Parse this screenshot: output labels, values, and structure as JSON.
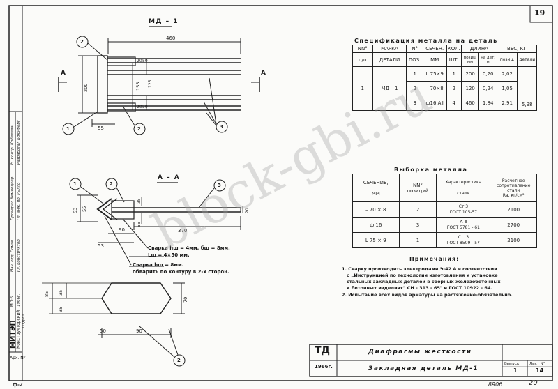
{
  "page_number": "19",
  "md1_title": "МД – 1",
  "dims_top": {
    "w460": "460",
    "h200": "200",
    "d55": "55",
    "d20": "20",
    "d155": "155",
    "d50": "50",
    "d125": "125",
    "d50b": "50",
    "d20b": "20"
  },
  "markers": {
    "A": "A",
    "A2": "A"
  },
  "callouts": {
    "c1": "1",
    "c2": "2",
    "c3": "3",
    "s1": "1",
    "s2": "2",
    "s3": "3",
    "p2": "2"
  },
  "spec": {
    "title": "Спецификация металла на деталь",
    "headers": {
      "num": "NN°",
      "num2": "п/п",
      "mark": "МАРКА",
      "mark2": "ДЕТАЛИ",
      "pos": "N°",
      "pos2": "ПОЗ.",
      "sec": "СЕЧЕН.",
      "sec2": "ММ",
      "qty": "КОЛ.",
      "qty2": "ШТ.",
      "len": "ДЛИНА",
      "len_pos": "позиц. мм",
      "len_det": "на дет. м",
      "wt": "ВЕС, КГ",
      "wt_pos": "позиц.",
      "wt_det": "детали"
    },
    "row_num": "1",
    "row_mark": "МД – 1",
    "rows": [
      {
        "pos": "1",
        "sec": "L 75×9",
        "qty": "1",
        "lpos": "200",
        "ldet": "0,20",
        "wpos": "2,02"
      },
      {
        "pos": "2",
        "sec": "– 70×8",
        "qty": "2",
        "lpos": "120",
        "ldet": "0,24",
        "wpos": "1,05"
      },
      {
        "pos": "3",
        "sec": "ф16 АⅡ",
        "qty": "4",
        "lpos": "460",
        "ldet": "1,84",
        "wpos": "2,91"
      }
    ],
    "total": "5,98"
  },
  "aa": {
    "title": "А – А",
    "d35": "35",
    "d53": "53",
    "d55": "55",
    "d370": "370",
    "d90": "90",
    "d53b": "53",
    "d20": "20"
  },
  "welds": {
    "w1": "Сварка hш = 4мм, бш = 8мм.",
    "w1b": "Lш = 4×50 мм.",
    "w2": "Сварка hш = 8мм.",
    "w2b": "обварить по контуру в 2-х сторон."
  },
  "vyb": {
    "title": "Выборка металла",
    "h_sec": "СЕЧЕНИЕ,",
    "h_sec2": "ММ",
    "h_pos": "NN°",
    "h_pos2": "позиций",
    "h_char": "Характеристика",
    "h_char2": "стали",
    "h_res": "Расчетное сопротивление стали",
    "h_res2": "Rа, кг/см²",
    "rows": [
      {
        "sec": "– 70 × 8",
        "pos": "2",
        "ch1": "Ст.3",
        "ch2": "ГОСТ 105-57",
        "r": "2100"
      },
      {
        "sec": "ф 16",
        "pos": "3",
        "ch1": "А–Ⅱ",
        "ch2": "ГОСТ 5781 - 61",
        "r": "2700"
      },
      {
        "sec": "L 75 × 9",
        "pos": "1",
        "ch1": "Ст. 3",
        "ch2": "ГОСТ 8509 - 57",
        "r": "2100"
      }
    ]
  },
  "notes": {
    "title": "Примечания:",
    "n1a": "1. Сварку производить электродами Э-42 А в соответствии",
    "n1b": "с „Инструкцией по технологии изготовления и установке",
    "n1c": "стальных закладных деталей в сборных железобетонных",
    "n1d": "и бетонных изделиях\" СН - 313 - 65\" и ГОСТ 10922 - 64.",
    "n2": "2. Испытание всех видов арматуры на растяжение-обязательно."
  },
  "plate": {
    "d35": "35",
    "d85": "85",
    "d35b": "35",
    "d50": "50",
    "d90": "90",
    "d70": "70"
  },
  "titleblock": {
    "org1": "МИТЭП",
    "org2": "Конструкторский",
    "org3": "отдел",
    "arch": "Арх. N°",
    "td": "ТД",
    "year": "1966г.",
    "name1": "Диафрагмы жесткости",
    "name2": "Закладная деталь МД-1",
    "vyp_label": "Выпуск",
    "vyp": "1",
    "list_label": "Лист N°",
    "list": "14"
  },
  "side": {
    "r1": "Н. контр. Кобелева",
    "r2": "Разработал Брюнберг",
    "r3": "Проверил Кемнецкер",
    "r4": "Гл. инж. пр. Рылло",
    "r5": "Нач. отд. Сомов",
    "r6": "Гл. конструктор",
    "r7": "М 1:5",
    "r8": "1966г."
  },
  "footer": {
    "left": "ф-2",
    "mid": "8906",
    "right": "20"
  },
  "watermark": "block-gbi.ru"
}
